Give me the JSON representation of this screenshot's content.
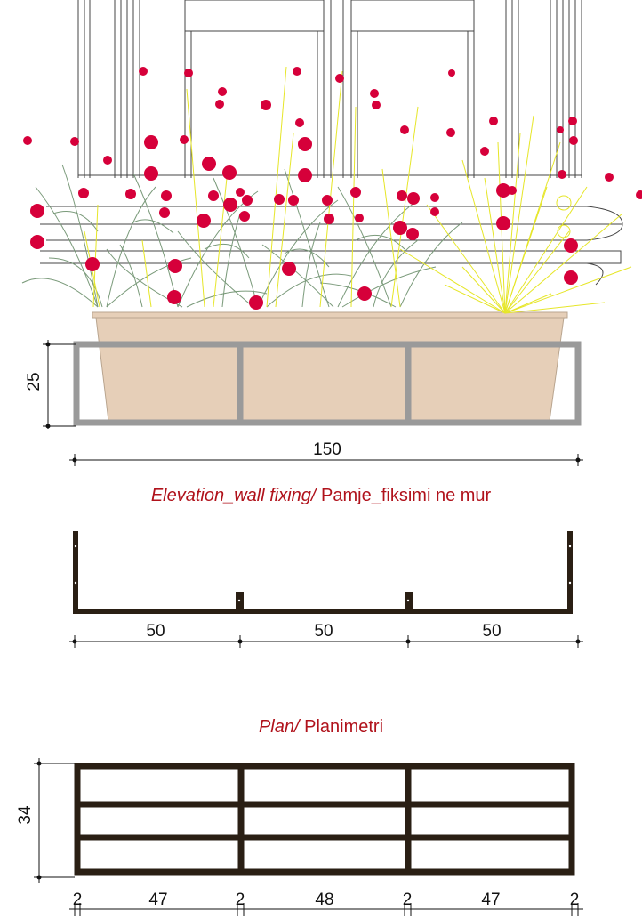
{
  "captions": {
    "elevation_italic": "Elevation_wall fixing/",
    "elevation_plain": " Pamje_fiksimi ne mur",
    "plan_italic": "Plan/",
    "plan_plain": " Planimetri"
  },
  "dimensions": {
    "elevation_height": "25",
    "elevation_width": "150",
    "section_1": "50",
    "section_2": "50",
    "section_3": "50",
    "plan_depth": "34",
    "plan_segments": [
      "2",
      "47",
      "2",
      "48",
      "2",
      "47",
      "2"
    ]
  },
  "colors": {
    "caption": "#b0121b",
    "flower": "#d6003a",
    "grass_green": "#7a9a7a",
    "grass_yellow": "#e6e628",
    "planter": "#e6cfb8",
    "steel_frame": "#9a9a9a",
    "bracket": "#2a1f14"
  }
}
